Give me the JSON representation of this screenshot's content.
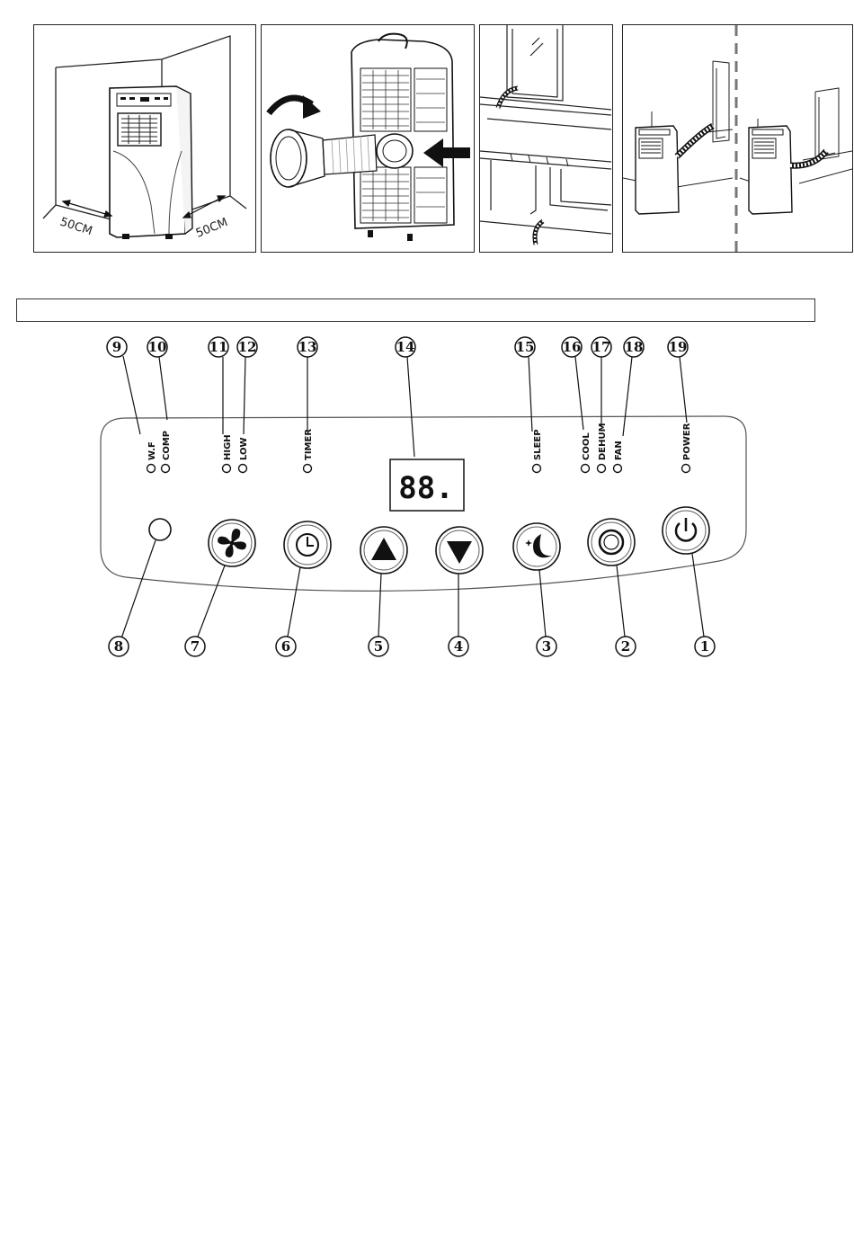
{
  "figures": {
    "placement": {
      "clearance_left": "50CM",
      "clearance_right": "50CM"
    },
    "exhaust_install": {},
    "window_detail": {},
    "hose_routing": {}
  },
  "section_bar": {
    "text": ""
  },
  "control_panel": {
    "display": {
      "value": "88."
    },
    "indicators": [
      {
        "num": "9",
        "label": "W.F"
      },
      {
        "num": "10",
        "label": "COMP"
      },
      {
        "num": "11",
        "label": "HIGH"
      },
      {
        "num": "12",
        "label": "LOW"
      },
      {
        "num": "13",
        "label": "TIMER"
      },
      {
        "num": "14",
        "label": ""
      },
      {
        "num": "15",
        "label": "SLEEP"
      },
      {
        "num": "16",
        "label": "COOL"
      },
      {
        "num": "17",
        "label": "DEHUM"
      },
      {
        "num": "18",
        "label": "FAN"
      },
      {
        "num": "19",
        "label": "POWER"
      }
    ],
    "buttons": [
      {
        "num": "8",
        "icon": "receiver-icon"
      },
      {
        "num": "7",
        "icon": "fan-icon"
      },
      {
        "num": "6",
        "icon": "timer-clock-icon"
      },
      {
        "num": "5",
        "icon": "up-arrow-icon"
      },
      {
        "num": "4",
        "icon": "down-arrow-icon"
      },
      {
        "num": "3",
        "icon": "sleep-moon-icon"
      },
      {
        "num": "2",
        "icon": "mode-ring-icon"
      },
      {
        "num": "1",
        "icon": "power-icon"
      }
    ]
  }
}
